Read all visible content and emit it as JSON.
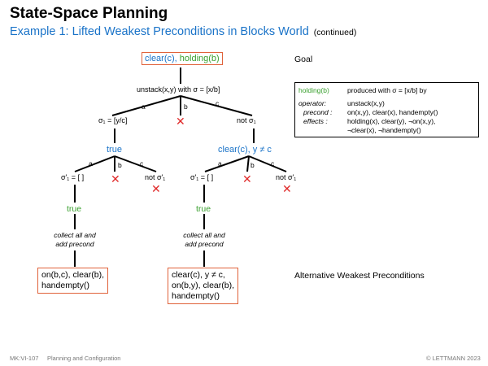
{
  "header": {
    "title": "State-Space Planning",
    "subtitle": "Example 1: Lifted Weakest Preconditions in Blocks World",
    "continued": "(continued)"
  },
  "goal": {
    "clear": "clear(c),",
    "holding": "holding(b)",
    "label": "Goal"
  },
  "tree": {
    "root_action": "unstack(x,y) with σ = [x/b]",
    "edge_a": "a",
    "edge_b": "b",
    "edge_c": "c",
    "sigma1": "σ₁ = [y/c]",
    "not_sigma1": "not σ₁",
    "left": {
      "node": "true",
      "edge_a": "a",
      "edge_b": "b",
      "edge_c": "c",
      "sigma_prime": "σ'₁ = [ ]",
      "not_sigma_prime": "not σ'₁",
      "leaf": "true",
      "collect1": "collect all and",
      "collect2": "add precond",
      "result": [
        "on(b,c), clear(b),",
        "handempty()"
      ]
    },
    "right": {
      "node": "clear(c), y ≠ c",
      "edge_a": "a",
      "edge_b": "b",
      "edge_c": "c",
      "sigma_prime": "σ'₁ = [ ]",
      "not_sigma_prime": "not σ'₁",
      "leaf": "true",
      "collect1": "collect all and",
      "collect2": "add precond",
      "result": [
        "clear(c), y ≠ c,",
        "on(b,y), clear(b),",
        "handempty()"
      ]
    },
    "x_mark": "✕"
  },
  "sidebox": {
    "holding": "holding(b)",
    "produced": "produced with σ = [x/b] by",
    "operator_label": "operator:",
    "operator_value": "unstack(x,y)",
    "precond_label": "precond :",
    "precond_value": "on(x,y), clear(x), handempty()",
    "effects_label": "effects :",
    "effects_value1": "holding(x), clear(y), ¬on(x,y),",
    "effects_value2": "¬clear(x), ¬handempty()"
  },
  "alt_label": "Alternative Weakest Preconditions",
  "footer": {
    "left": "MK:VI-107",
    "middle": "Planning and Configuration",
    "right": "© LETTMANN 2023"
  },
  "colors": {
    "green": "#3aa02f",
    "blue": "#1a73c8",
    "red": "#e02a2a",
    "box": "#e0623a"
  }
}
